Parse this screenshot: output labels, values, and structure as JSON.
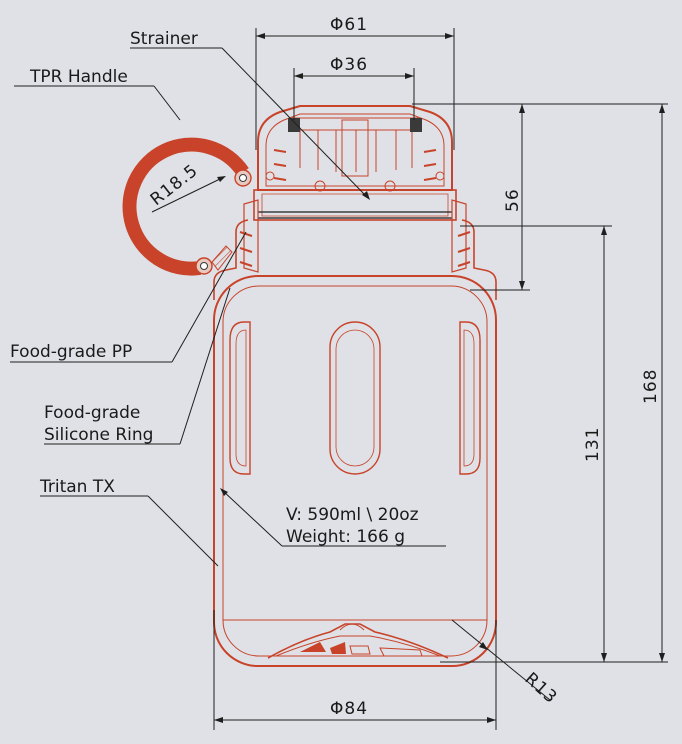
{
  "labels": {
    "strainer": "Strainer",
    "tpr_handle": "TPR Handle",
    "food_grade_pp": "Food-grade PP",
    "silicone_ring_line1": "Food-grade",
    "silicone_ring_line2": "Silicone Ring",
    "tritan": "Tritan TX",
    "volume": "V: 590ml \\ 20oz",
    "weight": "Weight: 166 g"
  },
  "dimensions": {
    "top_diameter": "Φ61",
    "inner_diameter": "Φ36",
    "bottom_diameter": "Φ84",
    "handle_radius": "R18.5",
    "cap_height": "56",
    "body_height": "131",
    "total_height": "168",
    "corner_radius": "R13"
  },
  "colors": {
    "background": "#dfe1e6",
    "outline": "#c8432a",
    "ink": "#1f1f1f"
  }
}
